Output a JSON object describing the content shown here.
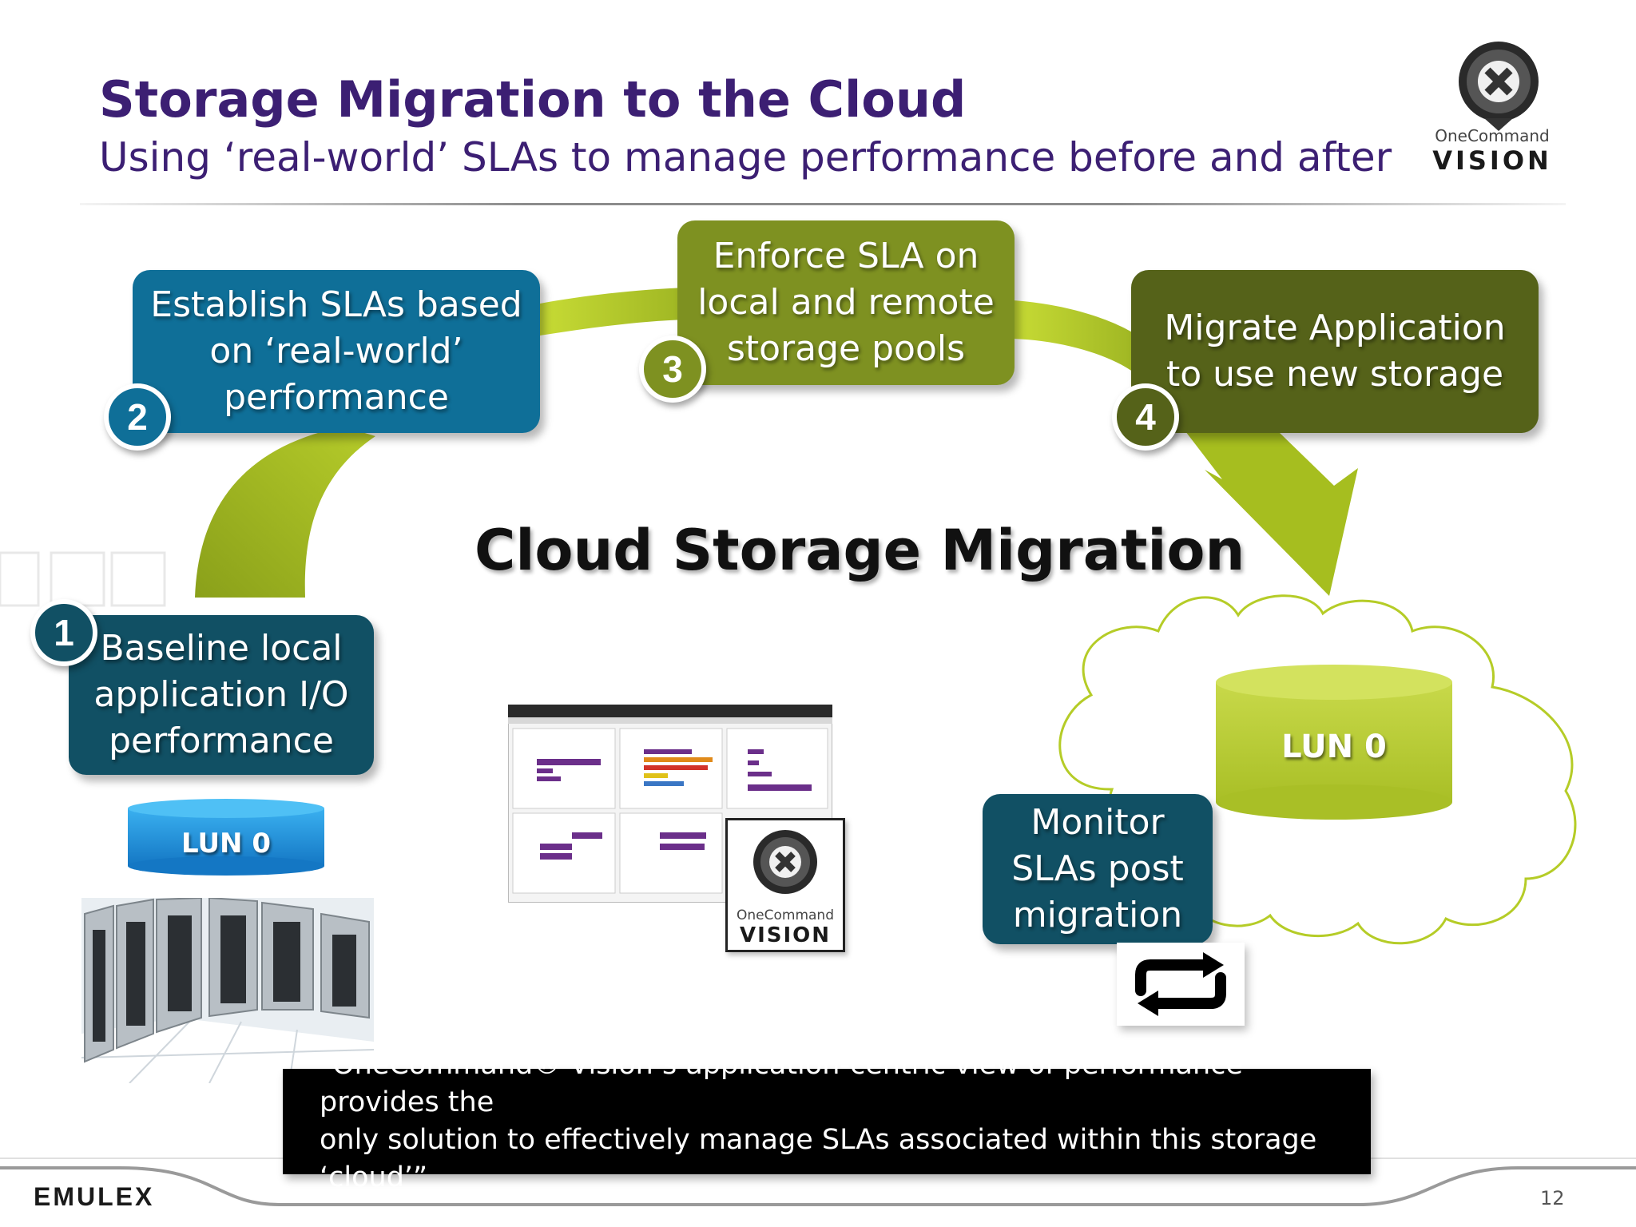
{
  "header": {
    "title": "Storage Migration to the Cloud",
    "subtitle": "Using ‘real-world’ SLAs to manage performance before and after"
  },
  "logo": {
    "name_small": "OneCommand",
    "name_large": "VISION"
  },
  "steps": [
    {
      "number": "1",
      "text": "Baseline local\napplication I/O\nperformance",
      "color": "#115064"
    },
    {
      "number": "2",
      "text": "Establish SLAs based\non ‘real-world’\nperformance",
      "color": "#0f6f98"
    },
    {
      "number": "3",
      "text": "Enforce SLA on\nlocal and remote\nstorage  pools",
      "color": "#7e9121"
    },
    {
      "number": "4",
      "text": "Migrate Application\nto use new storage",
      "color": "#556219"
    },
    {
      "text": "Monitor\nSLAs post\nmigration",
      "color": "#115064"
    }
  ],
  "center_title": "Cloud Storage Migration",
  "lun_local": "LUN 0",
  "lun_cloud": "LUN 0",
  "quote": "\"OneCommand® Vision’s application-centric view of performance provides the\nonly solution to effectively manage SLAs associated within this storage ‘cloud’”",
  "footer": {
    "company": "EMULEX",
    "page_number": "12"
  },
  "thumbnail": {
    "logo_small": "OneCommand",
    "logo_large": "VISION"
  },
  "colors": {
    "title": "#3c1f73",
    "arrow_green": "#a6be1f",
    "cloud_green": "#bfd130"
  }
}
